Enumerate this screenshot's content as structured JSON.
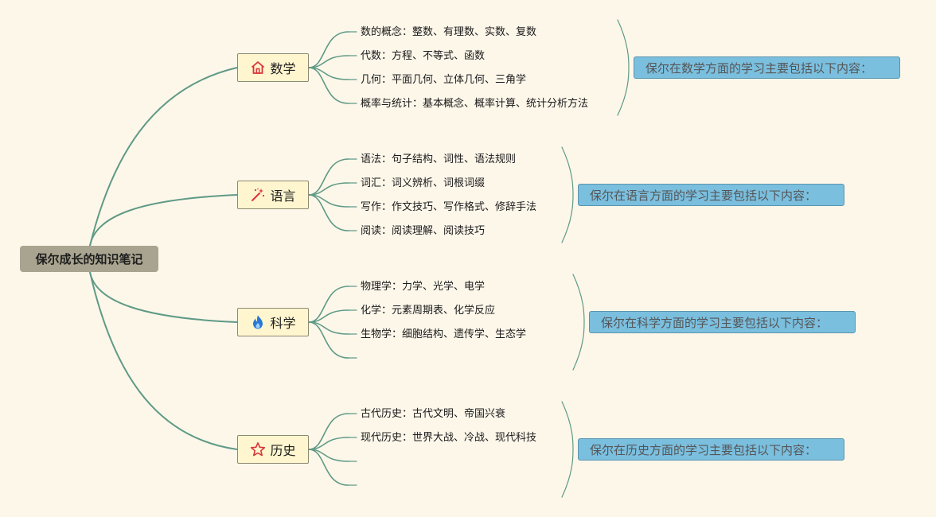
{
  "root": {
    "label": "保尔成长的知识笔记"
  },
  "topics": [
    {
      "label": "数学",
      "icon": "home-icon",
      "color": "#d9343a",
      "items": [
        "数的概念：整数、有理数、实数、复数",
        "代数：方程、不等式、函数",
        "几何：平面几何、立体几何、三角学",
        "概率与统计：基本概念、概率计算、统计分析方法"
      ],
      "summary": "保尔在数学方面的学习主要包括以下内容："
    },
    {
      "label": "语言",
      "icon": "magic-wand-icon",
      "color": "#d9343a",
      "items": [
        "语法：句子结构、词性、语法规则",
        "词汇：词义辨析、词根词缀",
        "写作：作文技巧、写作格式、修辞手法",
        "阅读：阅读理解、阅读技巧"
      ],
      "summary": "保尔在语言方面的学习主要包括以下内容："
    },
    {
      "label": "科学",
      "icon": "flame-icon",
      "color": "#2a78d6",
      "items": [
        "物理学：力学、光学、电学",
        "化学：元素周期表、化学反应",
        "生物学：细胞结构、遗传学、生态学",
        ""
      ],
      "summary": "保尔在科学方面的学习主要包括以下内容："
    },
    {
      "label": "历史",
      "icon": "star-icon",
      "color": "#d9343a",
      "items": [
        "古代历史：古代文明、帝国兴衰",
        "现代历史：世界大战、冷战、现代科技",
        "",
        ""
      ],
      "summary": "保尔在历史方面的学习主要包括以下内容："
    }
  ],
  "colors": {
    "background": "#fdf7ea",
    "branch": "#5f9a86",
    "root_fill": "#a8a48f",
    "topic_fill": "#fff5cf",
    "summary_fill": "#7bbfdf"
  }
}
